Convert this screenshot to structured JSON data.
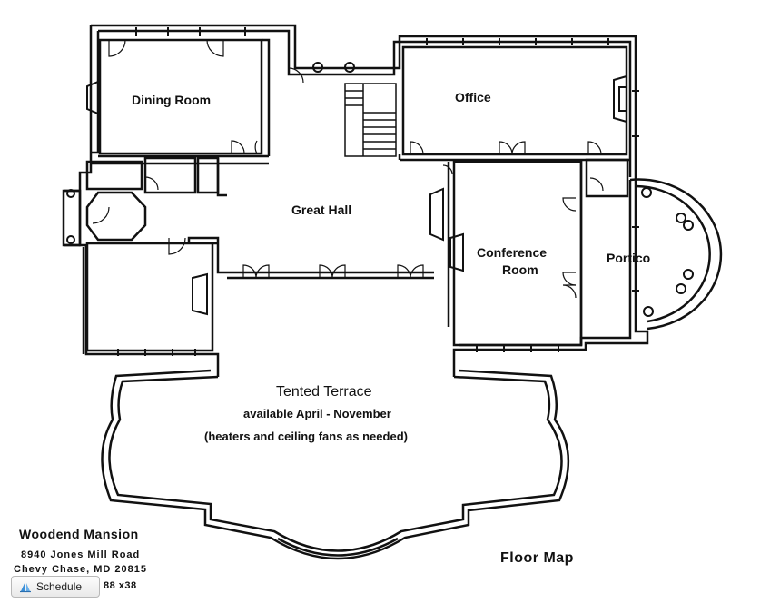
{
  "rooms": {
    "dining_room": "Dining Room",
    "office": "Office",
    "great_hall": "Great Hall",
    "conference_room_line1": "Conference",
    "conference_room_line2": "Room",
    "portico": "Portico"
  },
  "terrace": {
    "title": "Tented Terrace",
    "availability": "available April - November",
    "note": "(heaters and ceiling fans as needed)"
  },
  "venue": {
    "name": "Woodend Mansion",
    "address_line1": "8940 Jones Mill Road",
    "address_line2": "Chevy Chase, MD 20815"
  },
  "map_title": "Floor Map",
  "schedule_button": {
    "label": "Schedule",
    "icon": "sail-icon",
    "icon_color": "#3a8fd8"
  },
  "size_text": "88 x38"
}
